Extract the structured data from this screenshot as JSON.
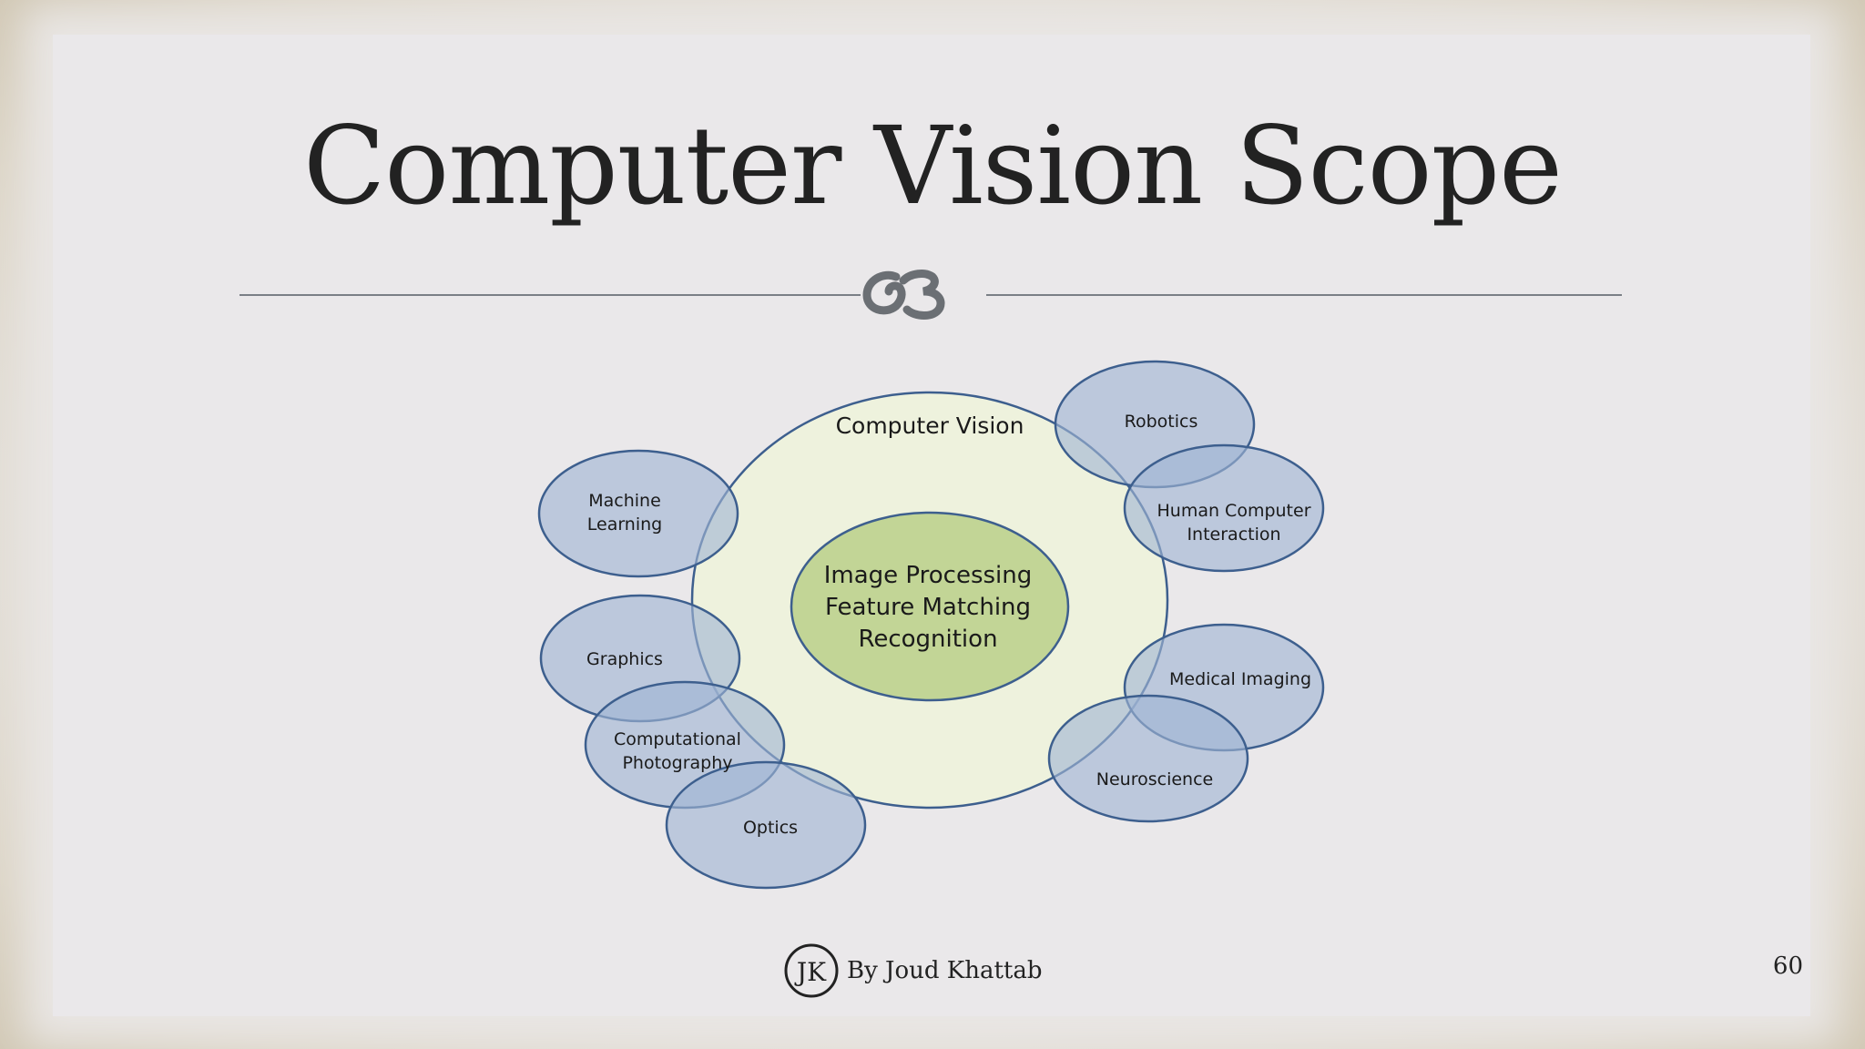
{
  "slide": {
    "title": "Computer Vision Scope",
    "author": "By Joud Khattab",
    "logo_text": "JK",
    "page_number": "60"
  },
  "diagram": {
    "main_label": "Computer Vision",
    "core_lines": [
      "Image Processing",
      "Feature Matching",
      "Recognition"
    ],
    "fields": {
      "robotics": [
        "Robotics"
      ],
      "hci": [
        "Human Computer",
        "Interaction"
      ],
      "machine_learning": [
        "Machine",
        "Learning"
      ],
      "graphics": [
        "Graphics"
      ],
      "computational_photography": [
        "Computational",
        "Photography"
      ],
      "optics": [
        "Optics"
      ],
      "medical_imaging": [
        "Medical Imaging"
      ],
      "neuroscience": [
        "Neuroscience"
      ]
    },
    "colors": {
      "outer_fill": "#eef2dd",
      "outer_stroke": "#3d5f8e",
      "core_fill": "#c2d596",
      "bubble_fill": "#9fb5d4",
      "bubble_stroke": "#3d5f8e"
    }
  }
}
